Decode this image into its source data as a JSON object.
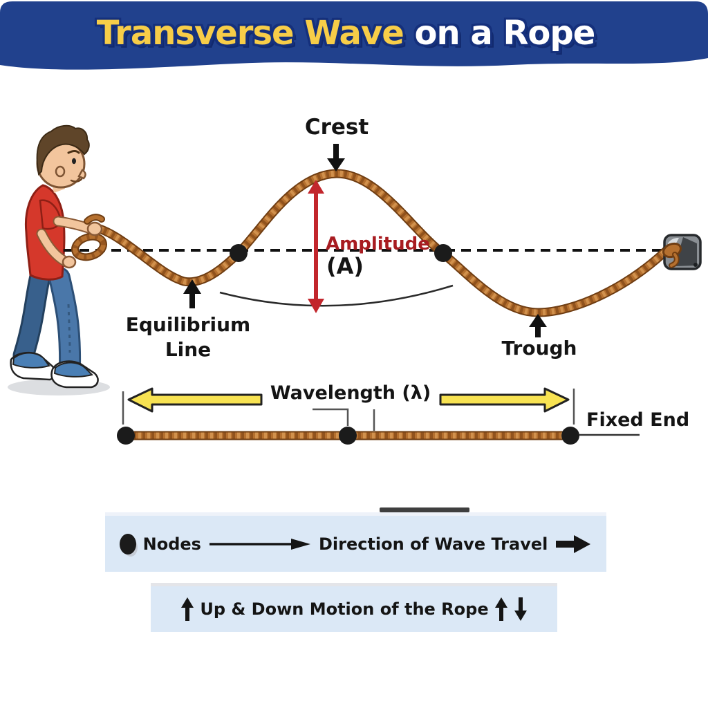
{
  "header": {
    "title_part1": "Transverse Wave",
    "title_part2": " on a Rope"
  },
  "diagram": {
    "crest": "Crest",
    "amplitude": "Amplitude",
    "amplitude_symbol": "(A)",
    "equilibrium_word1": "Equilibrium",
    "equilibrium_word2": "Line",
    "trough": "Trough",
    "wavelength": "Wavelength (λ)",
    "fixed_end": "Fixed End"
  },
  "legend": {
    "nodes": "Nodes",
    "direction": "Direction of Wave Travel",
    "updown": "Up & Down Motion of the Rope"
  },
  "colors": {
    "banner_blue": "#21418d",
    "title_yellow": "#f7cd48",
    "title_white": "#ffffff",
    "amplitude_red": "#c2262c",
    "rope_brown": "#b5702f",
    "rope_dark": "#6f3d12",
    "arrow_yellow": "#f8e352",
    "legend_background": "#dbe8f6",
    "node_black": "#1b1b1b"
  }
}
